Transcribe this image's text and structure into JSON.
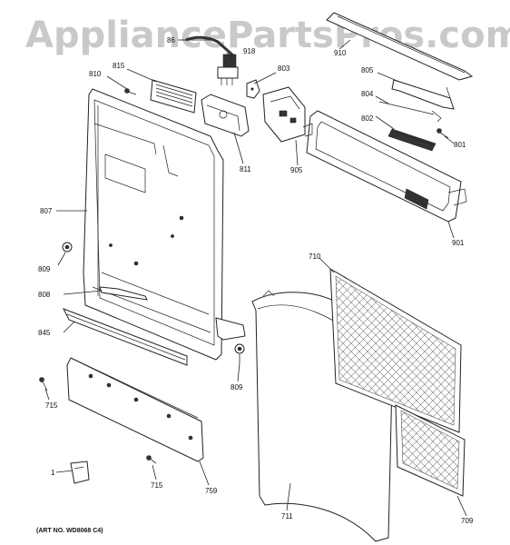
{
  "watermark": "AppliancePartsPros.com",
  "art_number": "(ART NO. WD8068 C4)",
  "parts": {
    "p86": "86",
    "p918": "918",
    "p910": "910",
    "p810": "810",
    "p815": "815",
    "p803": "803",
    "p805": "805",
    "p804": "804",
    "p802": "802",
    "p801": "801",
    "p811": "811",
    "p905": "905",
    "p901": "901",
    "p807": "807",
    "p809a": "809",
    "p808": "808",
    "p845": "845",
    "p809b": "809",
    "p710": "710",
    "p715a": "715",
    "p715b": "715",
    "p1": "1",
    "p759": "759",
    "p711": "711",
    "p709": "709"
  }
}
